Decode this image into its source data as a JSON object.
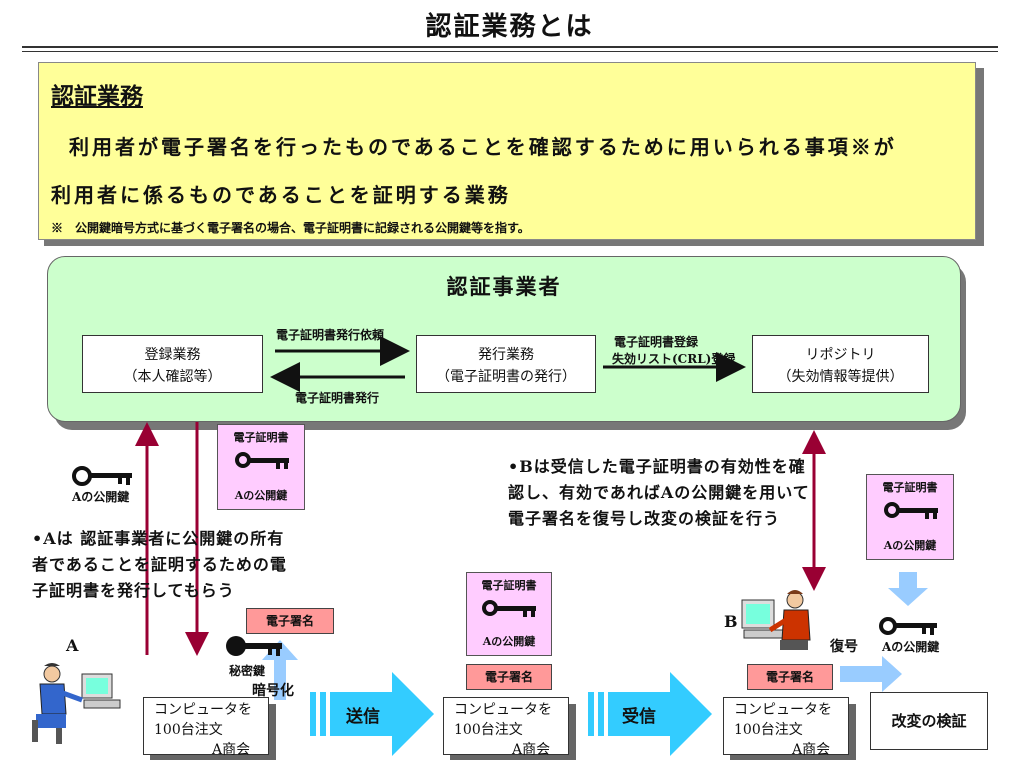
{
  "title": "認証業務とは",
  "definition": {
    "heading": "認証業務",
    "line1": "利用者が電子署名を行ったものであることを確認するために用いられる事項※が",
    "line2": "利用者に係るものであることを証明する業務",
    "note": "※　公開鍵暗号方式に基づく電子署名の場合、電子証明書に記録される公開鍵等を指す。"
  },
  "provider": {
    "heading": "認証事業者",
    "boxes": [
      {
        "line1": "登録業務",
        "line2": "（本人確認等）"
      },
      {
        "line1": "発行業務",
        "line2": "（電子証明書の発行）"
      },
      {
        "line1": "リポジトリ",
        "line2": "（失効情報等提供）"
      }
    ],
    "arrow_request": "電子証明書発行依頼",
    "arrow_issue": "電子証明書発行",
    "arrow_register_line1": "電子証明書登録",
    "arrow_register_line2": "失効リスト(CRL)登録"
  },
  "key_label": "Aの公開鍵",
  "cert_title": "電子証明書",
  "cert_key": "Aの公開鍵",
  "bullet_a": [
    "•Aは 認証事業者に公開鍵の所有",
    "者であることを証明するための電",
    "子証明書を発行してもらう"
  ],
  "bullet_b": [
    "•Bは受信した電子証明書の有効性を確",
    "認し、有効であればAの公開鍵を用いて",
    "電子署名を復号し改変の検証を行う"
  ],
  "label_a": "A",
  "label_b": "B",
  "private_key": "秘密鍵",
  "encrypt": "暗号化",
  "signature": "電子署名",
  "decrypt": "復号",
  "send": "送信",
  "receive": "受信",
  "verify": "改変の検証",
  "order": {
    "line1": "コンピュータを",
    "line2": "100台注文",
    "line3": "A商会"
  },
  "colors": {
    "yellow": "#ffff99",
    "green": "#ccffcc",
    "cert": "#ffccff",
    "signature": "#ff9999",
    "cyan": "#33ccff",
    "maroon": "#990033",
    "blue": "#99ccff"
  }
}
